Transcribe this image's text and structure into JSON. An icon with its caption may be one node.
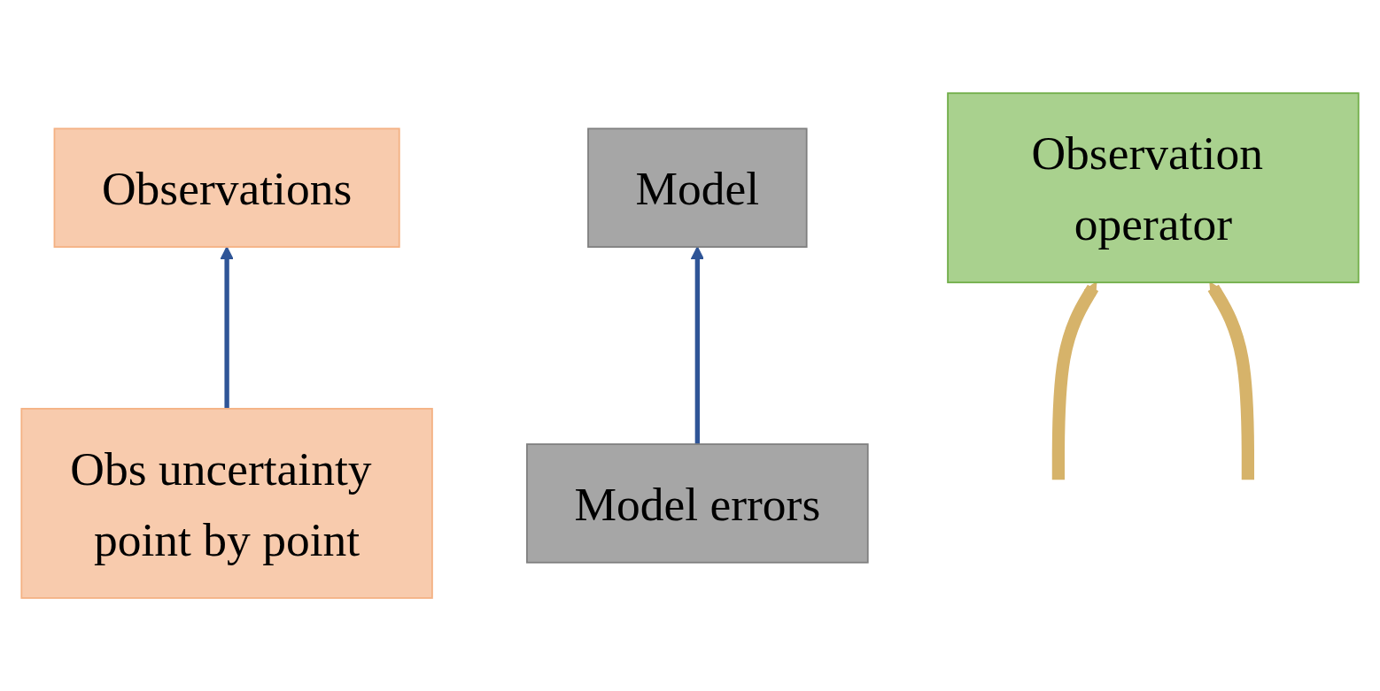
{
  "diagram": {
    "nodes": [
      {
        "text": [
          "Observations"
        ]
      },
      {
        "text": [
          "Model"
        ]
      },
      {
        "text": [
          "Observation operator"
        ]
      },
      {
        "text": [
          "Obs uncertainty point by point"
        ]
      },
      {
        "text": [
          "Model errors"
        ]
      }
    ],
    "edges": [
      {
        "from": 3,
        "to": 0,
        "arrow": "to",
        "color": "#2f5597"
      },
      {
        "from": 4,
        "to": 1,
        "arrow": "to",
        "color": "#2f5597"
      },
      {
        "from": null,
        "to": 2,
        "arrow": "to",
        "style": "thick",
        "color": "#d6b36a"
      },
      {
        "from": null,
        "to": 2,
        "arrow": "to",
        "style": "thick",
        "color": "#d6b36a"
      }
    ]
  }
}
